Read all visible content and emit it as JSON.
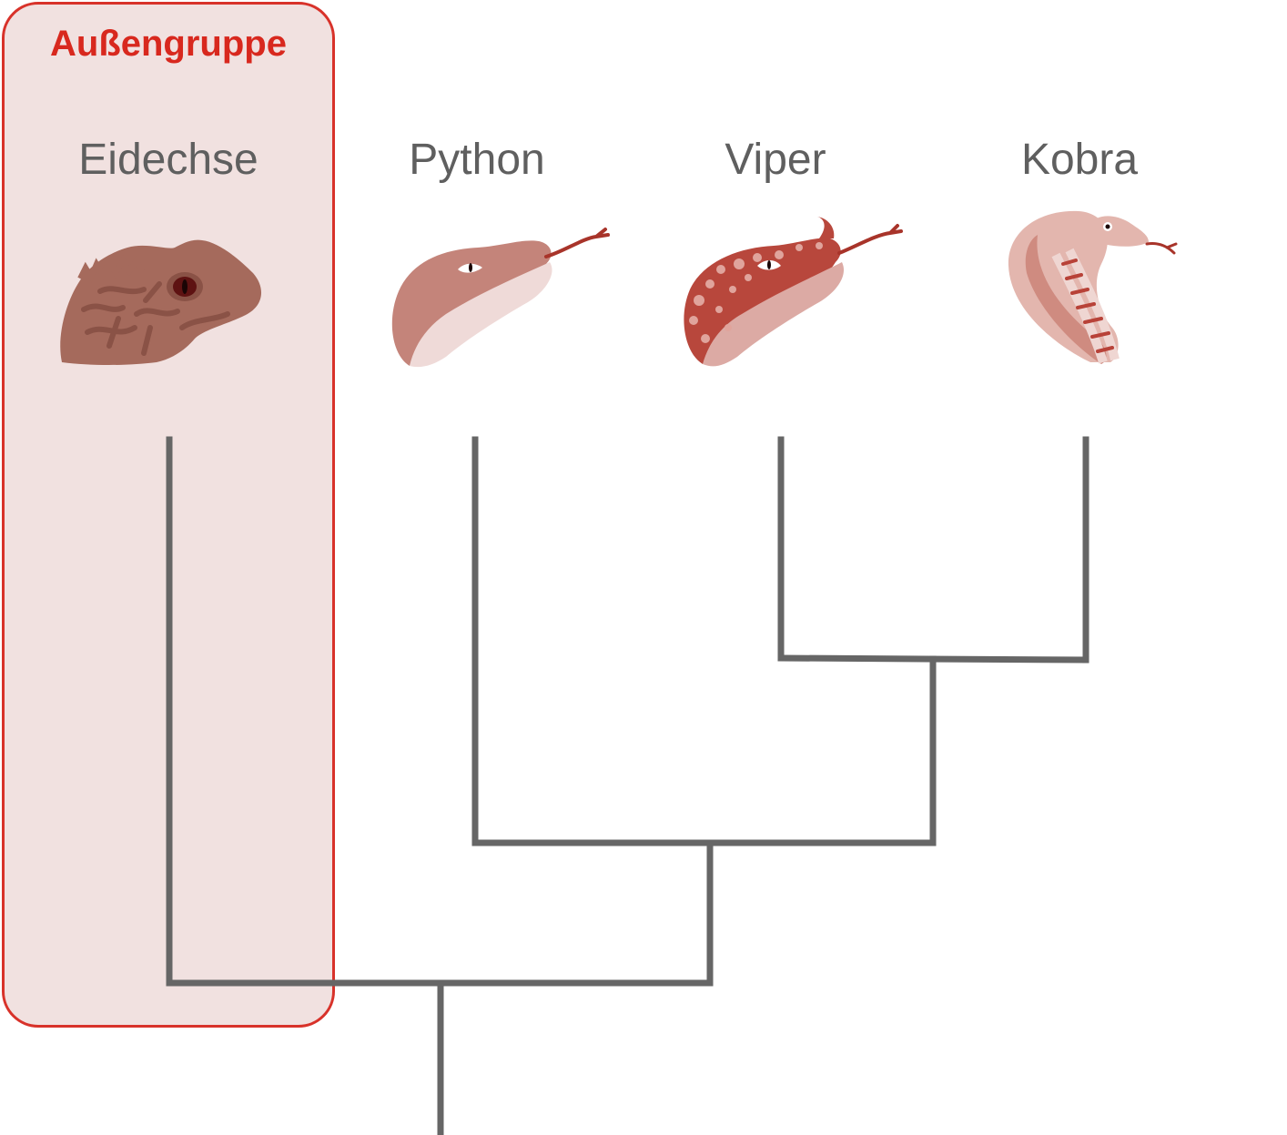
{
  "outgroup": {
    "label": "Außengruppe",
    "highlight_fill": "#f1e1e0",
    "border_color": "#d8322a",
    "label_color": "#d8281e"
  },
  "taxa": [
    {
      "key": "lizard",
      "label": "Eidechse",
      "icon": "lizard-head-icon"
    },
    {
      "key": "python",
      "label": "Python",
      "icon": "python-head-icon"
    },
    {
      "key": "viper",
      "label": "Viper",
      "icon": "viper-head-icon"
    },
    {
      "key": "cobra",
      "label": "Kobra",
      "icon": "cobra-head-icon"
    }
  ],
  "tree": {
    "line_color": "#666666",
    "topology": "(Eidechse,(Python,(Viper,Kobra)))"
  },
  "colors": {
    "label_text": "#5f5f5f",
    "skin_light": "#c4847a",
    "skin_pale": "#efdad8",
    "pattern_dark": "#a8342a",
    "tongue": "#a8342a",
    "lizard_skin": "#a56a5c"
  }
}
